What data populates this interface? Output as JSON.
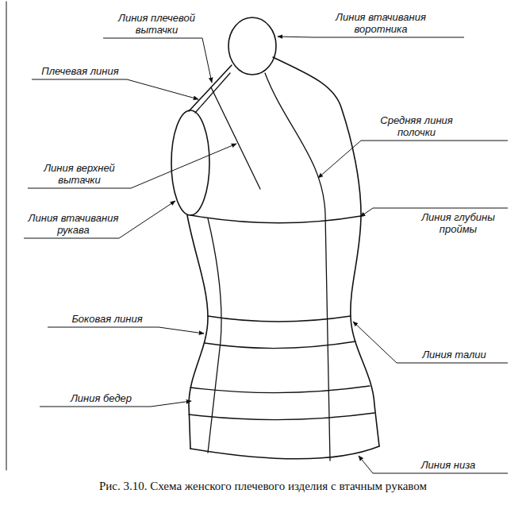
{
  "diagram": {
    "caption": "Рис. 3.10. Схема женского плечевого изделия с втачным рукавом",
    "labels": [
      "Линия плечевой вытачки",
      "Линия втачивания воротника",
      "Плечевая линия",
      "Средняя линия полочки",
      "Линия верхней вытачки",
      "Линия втачивания рукава",
      "Линия глубины проймы",
      "Боковая линия",
      "Линия талии",
      "Линия бедер",
      "Линия низа"
    ]
  }
}
